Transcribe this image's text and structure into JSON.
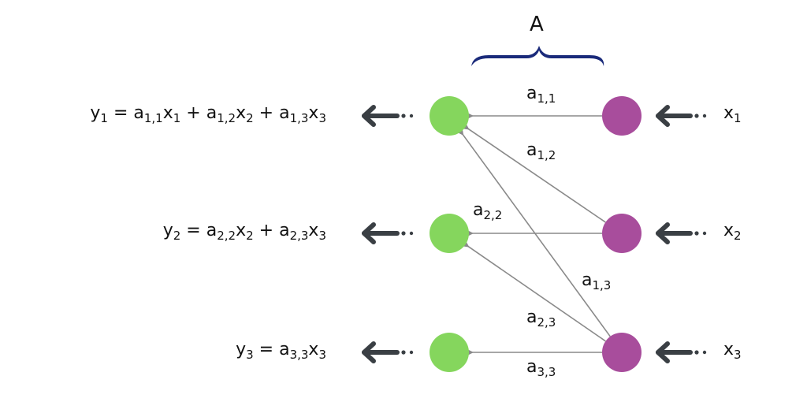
{
  "title": "A",
  "colors": {
    "output_node": "#85d65d",
    "input_node": "#a84d9c",
    "edge": "#8a8a8a",
    "arrow": "#3a3f44",
    "brace": "#1a2a7a"
  },
  "inputs": [
    {
      "id": "x1",
      "base": "x",
      "sub": "1"
    },
    {
      "id": "x2",
      "base": "x",
      "sub": "2"
    },
    {
      "id": "x3",
      "base": "x",
      "sub": "3"
    }
  ],
  "outputs": [
    {
      "id": "y1",
      "terms": [
        {
          "t": "y",
          "s": "1"
        },
        {
          "t": " = a",
          "s": "1,1"
        },
        {
          "t": "x",
          "s": "1"
        },
        {
          "t": " + a",
          "s": "1,2"
        },
        {
          "t": "x",
          "s": "2"
        },
        {
          "t": " + a",
          "s": "1,3"
        },
        {
          "t": "x",
          "s": "3"
        }
      ]
    },
    {
      "id": "y2",
      "terms": [
        {
          "t": "y",
          "s": "2"
        },
        {
          "t": " = a",
          "s": "2,2"
        },
        {
          "t": "x",
          "s": "2"
        },
        {
          "t": " + a",
          "s": "2,3"
        },
        {
          "t": "x",
          "s": "3"
        }
      ]
    },
    {
      "id": "y3",
      "terms": [
        {
          "t": "y",
          "s": "3"
        },
        {
          "t": " = a",
          "s": "3,3"
        },
        {
          "t": "x",
          "s": "3"
        }
      ]
    }
  ],
  "edges": [
    {
      "from": 0,
      "to": 0,
      "label": "a",
      "sub": "1,1"
    },
    {
      "from": 1,
      "to": 0,
      "label": "a",
      "sub": "1,2"
    },
    {
      "from": 2,
      "to": 0,
      "label": "a",
      "sub": "1,3"
    },
    {
      "from": 1,
      "to": 1,
      "label": "a",
      "sub": "2,2"
    },
    {
      "from": 2,
      "to": 1,
      "label": "a",
      "sub": "2,3"
    },
    {
      "from": 2,
      "to": 2,
      "label": "a",
      "sub": "3,3"
    }
  ]
}
